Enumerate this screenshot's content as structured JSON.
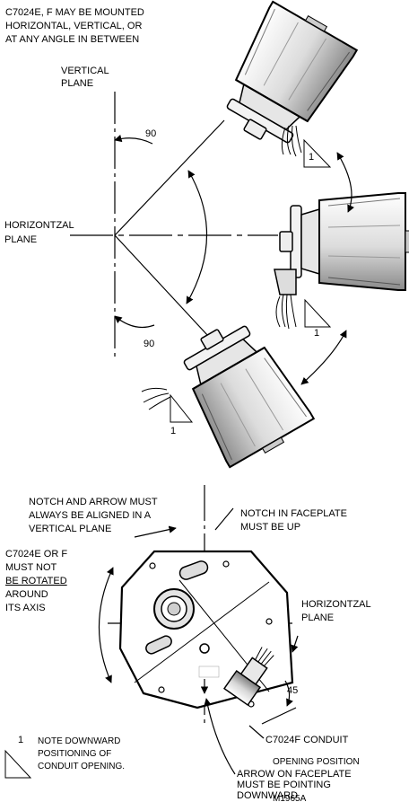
{
  "top": {
    "mount_note": [
      "C7024E, F MAY BE MOUNTED",
      "HORIZONTAL, VERTICAL, OR",
      "AT ANY ANGLE IN BETWEEN"
    ],
    "vertical_plane": [
      "VERTICAL",
      "PLANE"
    ],
    "horizontal_plane": [
      "HORIZONTZAL",
      "PLANE"
    ],
    "angle_upper": "90",
    "angle_lower": "90",
    "callout": "1"
  },
  "bottom": {
    "notch_arrow_note": [
      "NOTCH AND ARROW MUST",
      "ALWAYS BE ALIGNED IN A",
      "VERTICAL PLANE"
    ],
    "notch_note": [
      "NOTCH IN FACEPLATE",
      "MUST BE UP"
    ],
    "rotate_note": [
      "C7024E OR F",
      "MUST NOT",
      "BE ROTATED",
      "AROUND",
      "ITS AXIS"
    ],
    "horizontal_plane": [
      "HORIZONTZAL",
      "PLANE"
    ],
    "angle": "45",
    "conduit_note": [
      "C7024F CONDUIT",
      "OPENING POSITION"
    ],
    "arrow_note": [
      "ARROW ON FACEPLATE",
      "MUST BE POINTING",
      "DOWNWARD"
    ],
    "figure_code": "M1965A"
  },
  "legend": {
    "number": "1",
    "text": [
      "NOTE DOWNWARD",
      "POSITIONING OF",
      "CONDUIT OPENING."
    ]
  }
}
